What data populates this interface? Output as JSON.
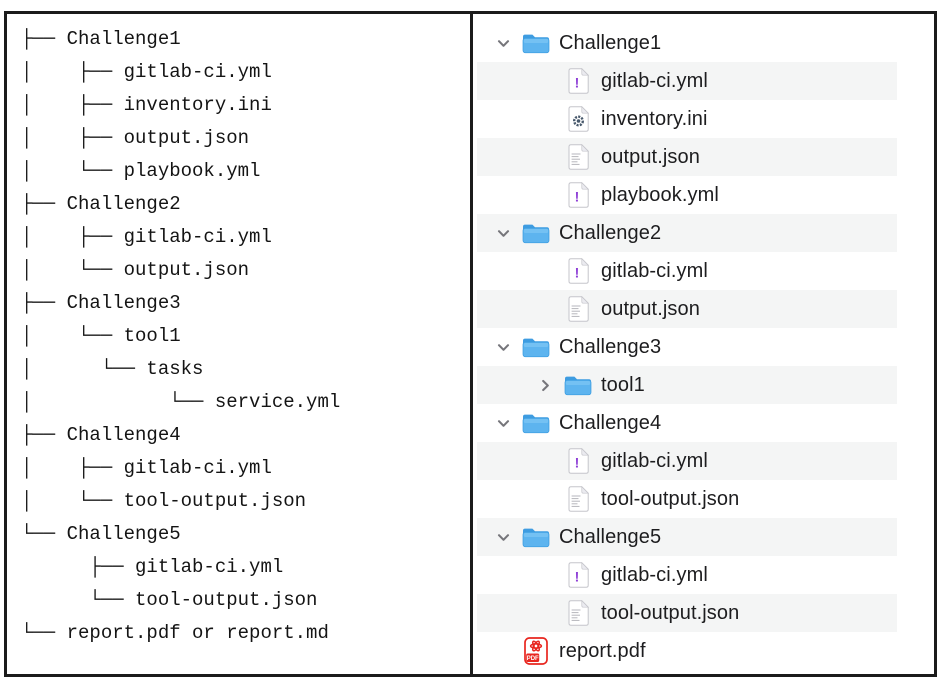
{
  "left_panel": {
    "tree_text": "├── Challenge1\n│    ├── gitlab-ci.yml\n│    ├── inventory.ini\n│    ├── output.json\n│    └── playbook.yml\n├── Challenge2\n│    ├── gitlab-ci.yml\n│    └── output.json\n├── Challenge3\n│    └── tool1\n│      └── tasks\n│            └── service.yml\n├── Challenge4\n│    ├── gitlab-ci.yml\n│    └── tool-output.json\n└── Challenge5\n      ├── gitlab-ci.yml\n      └── tool-output.json\n└── report.pdf or report.md"
  },
  "right_panel": {
    "rows": [
      {
        "label": "Challenge1",
        "icon": "folder-icon",
        "chevron": "expanded",
        "level": 0
      },
      {
        "label": "gitlab-ci.yml",
        "icon": "yml-file-icon",
        "chevron": null,
        "level": 1
      },
      {
        "label": "inventory.ini",
        "icon": "ini-file-icon",
        "chevron": null,
        "level": 1
      },
      {
        "label": "output.json",
        "icon": "json-file-icon",
        "chevron": null,
        "level": 1
      },
      {
        "label": "playbook.yml",
        "icon": "yml-file-icon",
        "chevron": null,
        "level": 1
      },
      {
        "label": "Challenge2",
        "icon": "folder-icon",
        "chevron": "expanded",
        "level": 0
      },
      {
        "label": "gitlab-ci.yml",
        "icon": "yml-file-icon",
        "chevron": null,
        "level": 1
      },
      {
        "label": "output.json",
        "icon": "json-file-icon",
        "chevron": null,
        "level": 1
      },
      {
        "label": "Challenge3",
        "icon": "folder-icon",
        "chevron": "expanded",
        "level": 0
      },
      {
        "label": "tool1",
        "icon": "folder-icon",
        "chevron": "collapsed",
        "level": 1
      },
      {
        "label": "Challenge4",
        "icon": "folder-icon",
        "chevron": "expanded",
        "level": 0
      },
      {
        "label": "gitlab-ci.yml",
        "icon": "yml-file-icon",
        "chevron": null,
        "level": 1
      },
      {
        "label": "tool-output.json",
        "icon": "json-file-icon",
        "chevron": null,
        "level": 1
      },
      {
        "label": "Challenge5",
        "icon": "folder-icon",
        "chevron": "expanded",
        "level": 0
      },
      {
        "label": "gitlab-ci.yml",
        "icon": "yml-file-icon",
        "chevron": null,
        "level": 1
      },
      {
        "label": "tool-output.json",
        "icon": "json-file-icon",
        "chevron": null,
        "level": 1
      },
      {
        "label": "report.pdf",
        "icon": "pdf-file-icon",
        "chevron": null,
        "level": 0
      }
    ]
  },
  "icons": {
    "yml_mark": "!",
    "pdf_badge_label": "PDF"
  },
  "colors": {
    "border": "#1b1b1b",
    "row_stripe": "#f4f5f5",
    "folder_blue_body": "#5db4ef",
    "folder_blue_tab": "#3e9ce1",
    "yml_exclamation_purple": "#8e3fd6",
    "ini_gear_slate": "#47586b",
    "json_doc_line_gray": "#b6b6bc",
    "pdf_red": "#e8261f",
    "chevron_gray": "#76767b",
    "tree_text": "#141414",
    "label_text": "#1d1d1f"
  }
}
